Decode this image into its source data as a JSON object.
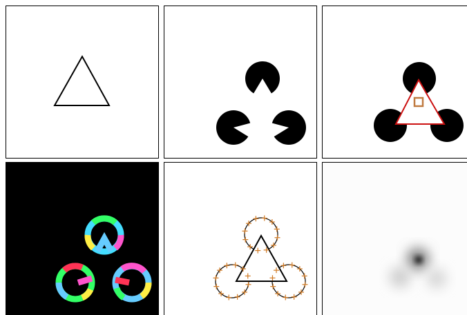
{
  "figure": {
    "panels": [
      {
        "role": "outline-triangle-target"
      },
      {
        "role": "kanizsa-pacmen-stimulus"
      },
      {
        "role": "detected-contour-overlay"
      },
      {
        "role": "orientation-colored-edges"
      },
      {
        "role": "edge-tangent-markers"
      },
      {
        "role": "blurred-density-map"
      }
    ],
    "colors": {
      "frame": "#000000",
      "triangle_outline": "#000000",
      "pacman_fill": "#000000",
      "overlay_triangle": "#cc0000",
      "center_marker": "#c07a40",
      "tangent_marker": "#d07820",
      "edge_palette": [
        "#ff3355",
        "#33ff66",
        "#66ccff",
        "#ff55cc",
        "#ffee44",
        "#44ddff"
      ]
    }
  }
}
